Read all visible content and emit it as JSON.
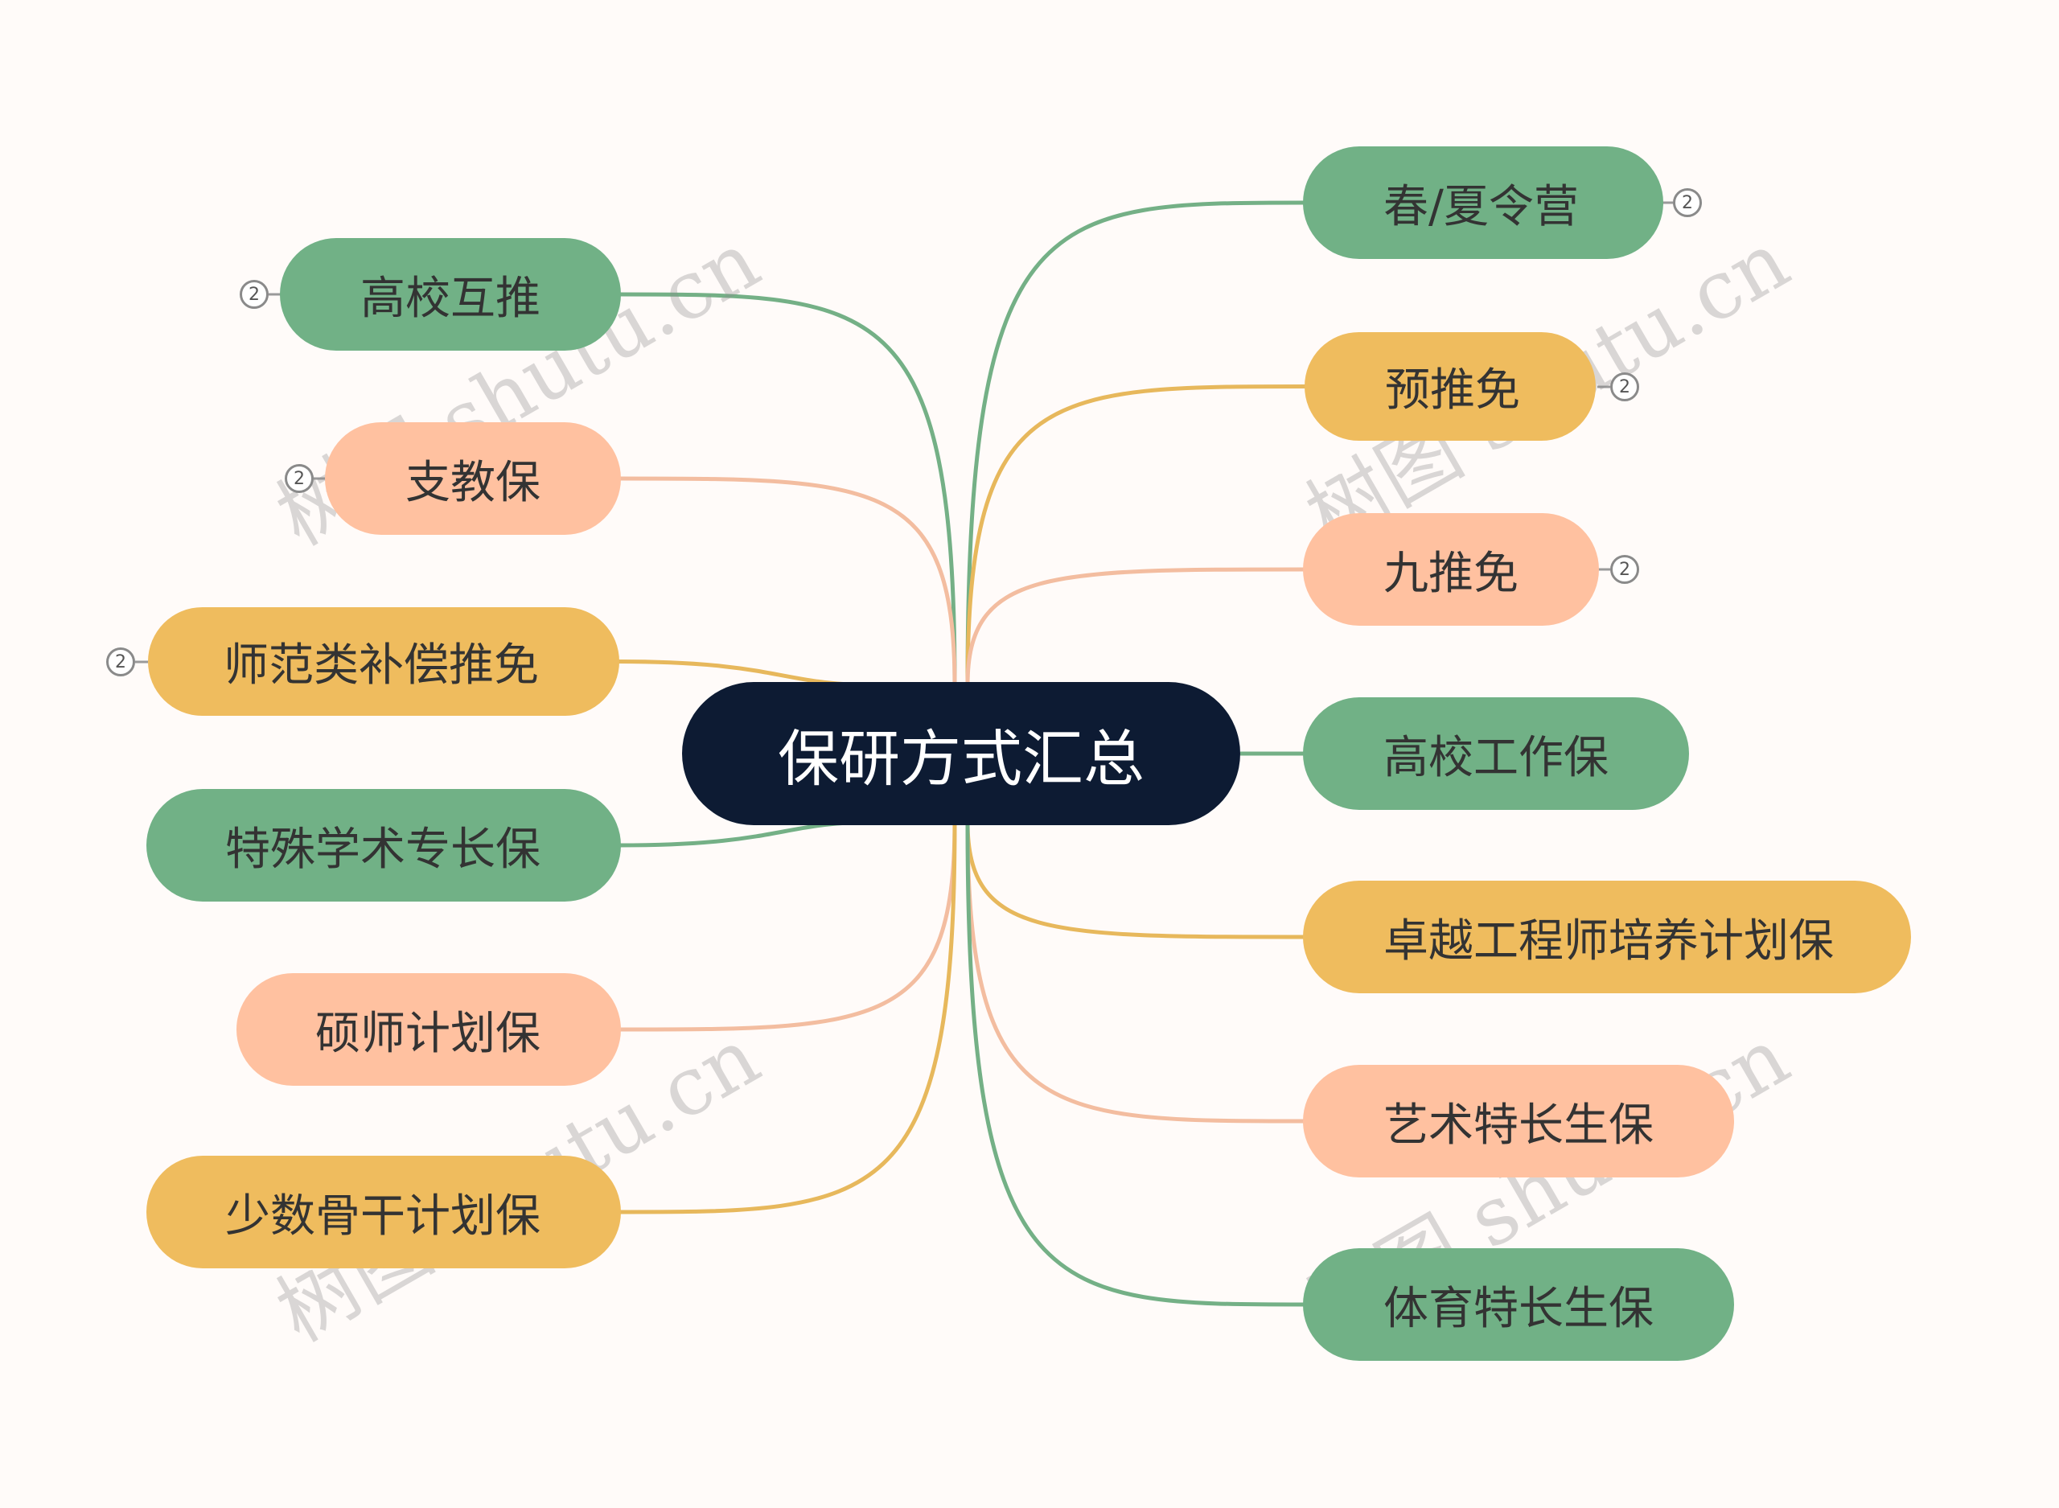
{
  "root": {
    "label": "保研方式汇总",
    "color": "#0d1b33"
  },
  "colors": {
    "green": "#71b186",
    "yellow": "#efbc5e",
    "peach": "#ffc1a0"
  },
  "watermark": "树图 shutu.cn",
  "left_branches": [
    {
      "label": "高校互推",
      "color": "green",
      "count": "2"
    },
    {
      "label": "支教保",
      "color": "peach",
      "count": "2"
    },
    {
      "label": "师范类补偿推免",
      "color": "yellow",
      "count": "2"
    },
    {
      "label": "特殊学术专长保",
      "color": "green",
      "count": ""
    },
    {
      "label": "硕师计划保",
      "color": "peach",
      "count": ""
    },
    {
      "label": "少数骨干计划保",
      "color": "yellow",
      "count": ""
    }
  ],
  "right_branches": [
    {
      "label": "春/夏令营",
      "color": "green",
      "count": "2"
    },
    {
      "label": "预推免",
      "color": "yellow",
      "count": "2"
    },
    {
      "label": "九推免",
      "color": "peach",
      "count": "2"
    },
    {
      "label": "高校工作保",
      "color": "green",
      "count": ""
    },
    {
      "label": "卓越工程师培养计划保",
      "color": "yellow",
      "count": ""
    },
    {
      "label": "艺术特长生保",
      "color": "peach",
      "count": ""
    },
    {
      "label": "体育特长生保",
      "color": "green",
      "count": ""
    }
  ]
}
